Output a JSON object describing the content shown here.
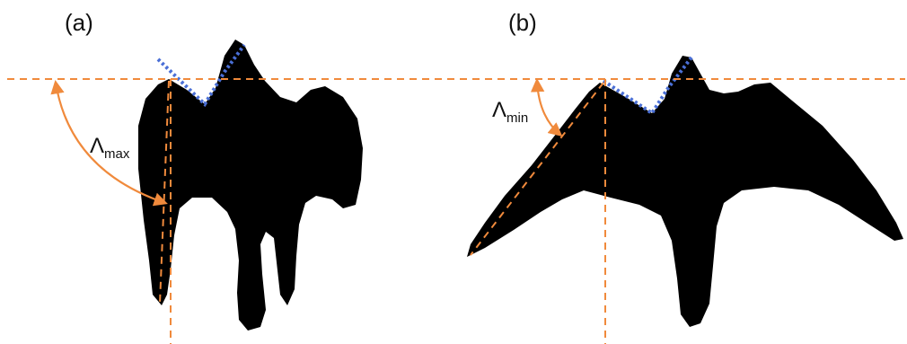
{
  "panels": [
    {
      "label": "(a)",
      "angle_symbol": "Λ",
      "angle_subscript": "max",
      "silhouette": "bird-wings-swept-back"
    },
    {
      "label": "(b)",
      "angle_symbol": "Λ",
      "angle_subscript": "min",
      "silhouette": "bird-wings-spread"
    }
  ],
  "colors": {
    "silhouette": "#000000",
    "reference_lines": "#f08a3c",
    "angle_arc": "#f08a3c",
    "head_outline": "#4a6fd6",
    "text": "#111111"
  }
}
